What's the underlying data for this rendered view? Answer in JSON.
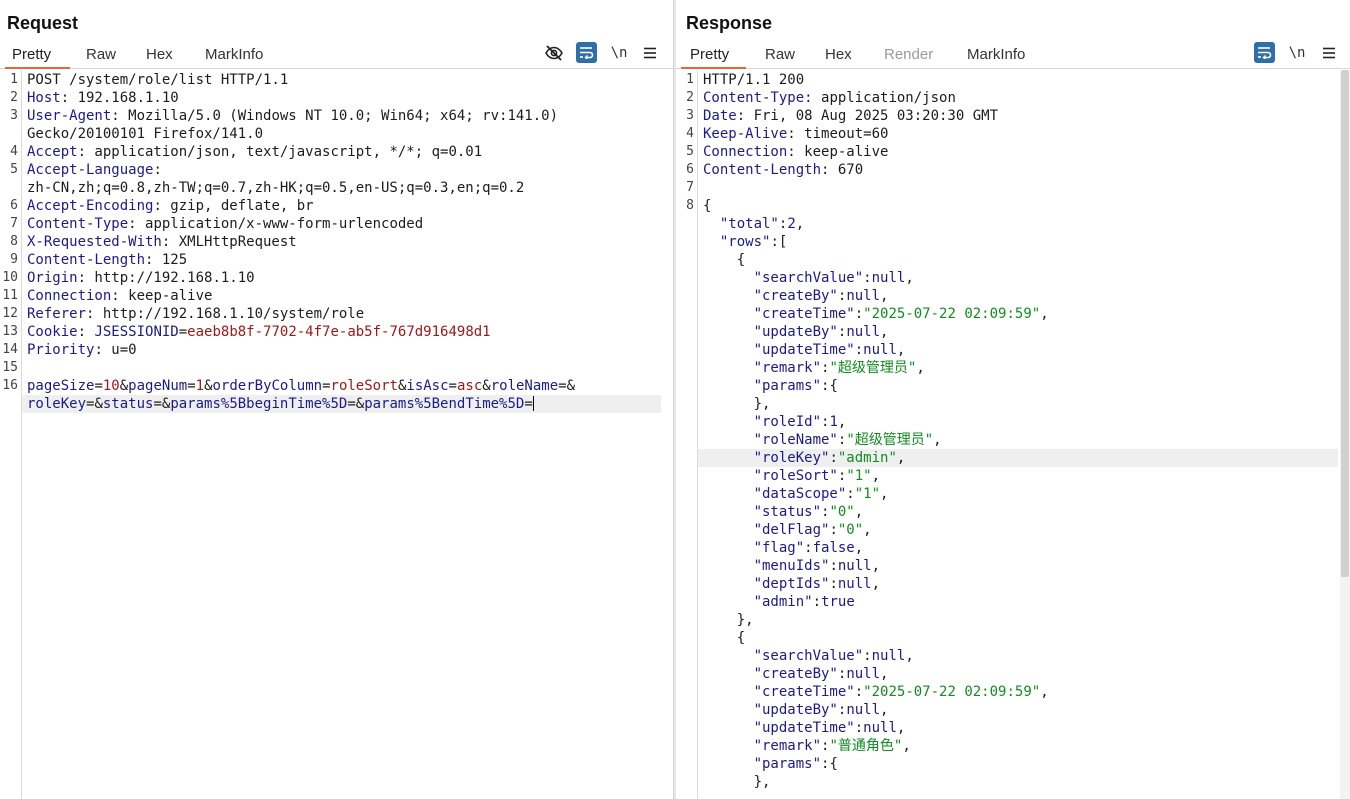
{
  "request": {
    "title": "Request",
    "tabs": [
      {
        "label": "Pretty",
        "active": true
      },
      {
        "label": "Raw"
      },
      {
        "label": "Hex"
      },
      {
        "label": "MarkInfo"
      }
    ],
    "tools": {
      "newline": "\\n"
    },
    "lines": [
      {
        "n": "1",
        "parts": [
          [
            "POST /system/role/list HTTP/1.1",
            ""
          ]
        ]
      },
      {
        "n": "2",
        "parts": [
          [
            "Host",
            "k"
          ],
          [
            ": 192.168.1.10",
            ""
          ]
        ]
      },
      {
        "n": "3",
        "parts": [
          [
            "User-Agent",
            "k"
          ],
          [
            ": Mozilla/5.0 (Windows NT 10.0; Win64; x64; rv:141.0)",
            ""
          ]
        ]
      },
      {
        "n": "",
        "parts": [
          [
            "Gecko/20100101 Firefox/141.0",
            ""
          ]
        ]
      },
      {
        "n": "4",
        "parts": [
          [
            "Accept",
            "k"
          ],
          [
            ": application/json, text/javascript, */*; q=0.01",
            ""
          ]
        ]
      },
      {
        "n": "5",
        "parts": [
          [
            "Accept-Language",
            "k"
          ],
          [
            ":",
            ""
          ]
        ]
      },
      {
        "n": "",
        "parts": [
          [
            "zh-CN,zh;q=0.8,zh-TW;q=0.7,zh-HK;q=0.5,en-US;q=0.3,en;q=0.2",
            ""
          ]
        ]
      },
      {
        "n": "6",
        "parts": [
          [
            "Accept-Encoding",
            "k"
          ],
          [
            ": gzip, deflate, br",
            ""
          ]
        ]
      },
      {
        "n": "7",
        "parts": [
          [
            "Content-Type",
            "k"
          ],
          [
            ": application/x-www-form-urlencoded",
            ""
          ]
        ]
      },
      {
        "n": "8",
        "parts": [
          [
            "X-Requested-With",
            "k"
          ],
          [
            ": XMLHttpRequest",
            ""
          ]
        ]
      },
      {
        "n": "9",
        "parts": [
          [
            "Content-Length",
            "k"
          ],
          [
            ": 125",
            ""
          ]
        ]
      },
      {
        "n": "10",
        "parts": [
          [
            "Origin",
            "k"
          ],
          [
            ": http://192.168.1.10",
            ""
          ]
        ]
      },
      {
        "n": "11",
        "parts": [
          [
            "Connection",
            "k"
          ],
          [
            ": keep-alive",
            ""
          ]
        ]
      },
      {
        "n": "12",
        "parts": [
          [
            "Referer",
            "k"
          ],
          [
            ": http://192.168.1.10/system/role",
            ""
          ]
        ]
      },
      {
        "n": "13",
        "parts": [
          [
            "Cookie",
            "k"
          ],
          [
            ": ",
            ""
          ],
          [
            "JSESSIONID",
            "k"
          ],
          [
            "=",
            ""
          ],
          [
            "eaeb8b8f-7702-4f7e-ab5f-767d916498d1",
            "v"
          ]
        ]
      },
      {
        "n": "14",
        "parts": [
          [
            "Priority",
            "k"
          ],
          [
            ": u=0",
            ""
          ]
        ]
      },
      {
        "n": "15",
        "parts": []
      },
      {
        "n": "16",
        "parts": [
          [
            "pageSize",
            "k"
          ],
          [
            "=",
            ""
          ],
          [
            "10",
            "v"
          ],
          [
            "&",
            ""
          ],
          [
            "pageNum",
            "k"
          ],
          [
            "=",
            ""
          ],
          [
            "1",
            "v"
          ],
          [
            "&",
            ""
          ],
          [
            "orderByColumn",
            "k"
          ],
          [
            "=",
            ""
          ],
          [
            "roleSort",
            "v"
          ],
          [
            "&",
            ""
          ],
          [
            "isAsc",
            "k"
          ],
          [
            "=",
            ""
          ],
          [
            "asc",
            "v"
          ],
          [
            "&",
            ""
          ],
          [
            "roleName",
            "k"
          ],
          [
            "=&",
            ""
          ]
        ]
      },
      {
        "n": "",
        "hl": true,
        "caret": true,
        "parts": [
          [
            "roleKey",
            "k"
          ],
          [
            "=&",
            ""
          ],
          [
            "status",
            "k"
          ],
          [
            "=&",
            ""
          ],
          [
            "params%5BbeginTime%5D",
            "k"
          ],
          [
            "=&",
            ""
          ],
          [
            "params%5BendTime%5D",
            "k"
          ],
          [
            "=",
            ""
          ]
        ]
      }
    ]
  },
  "response": {
    "title": "Response",
    "tabs": [
      {
        "label": "Pretty",
        "active": true
      },
      {
        "label": "Raw"
      },
      {
        "label": "Hex"
      },
      {
        "label": "Render",
        "disabled": true
      },
      {
        "label": "MarkInfo"
      }
    ],
    "tools": {
      "newline": "\\n"
    },
    "lines": [
      {
        "n": "1",
        "parts": [
          [
            "HTTP/1.1 200",
            ""
          ]
        ]
      },
      {
        "n": "2",
        "parts": [
          [
            "Content-Type",
            "k"
          ],
          [
            ": application/json",
            ""
          ]
        ]
      },
      {
        "n": "3",
        "parts": [
          [
            "Date",
            "k"
          ],
          [
            ": Fri, 08 Aug 2025 03:20:30 GMT",
            ""
          ]
        ]
      },
      {
        "n": "4",
        "parts": [
          [
            "Keep-Alive",
            "k"
          ],
          [
            ": timeout=60",
            ""
          ]
        ]
      },
      {
        "n": "5",
        "parts": [
          [
            "Connection",
            "k"
          ],
          [
            ": keep-alive",
            ""
          ]
        ]
      },
      {
        "n": "6",
        "parts": [
          [
            "Content-Length",
            "k"
          ],
          [
            ": 670",
            ""
          ]
        ]
      },
      {
        "n": "7",
        "parts": []
      },
      {
        "n": "8",
        "parts": [
          [
            "{",
            ""
          ]
        ]
      },
      {
        "n": "",
        "parts": [
          [
            "  ",
            ""
          ],
          [
            "\"total\"",
            "k"
          ],
          [
            ":",
            ""
          ],
          [
            "2",
            "k"
          ],
          [
            ",",
            ""
          ]
        ]
      },
      {
        "n": "",
        "parts": [
          [
            "  ",
            ""
          ],
          [
            "\"rows\"",
            "k"
          ],
          [
            ":[",
            ""
          ]
        ]
      },
      {
        "n": "",
        "parts": [
          [
            "    {",
            ""
          ]
        ]
      },
      {
        "n": "",
        "parts": [
          [
            "      ",
            ""
          ],
          [
            "\"searchValue\"",
            "k"
          ],
          [
            ":",
            ""
          ],
          [
            "null",
            "k"
          ],
          [
            ",",
            ""
          ]
        ]
      },
      {
        "n": "",
        "parts": [
          [
            "      ",
            ""
          ],
          [
            "\"createBy\"",
            "k"
          ],
          [
            ":",
            ""
          ],
          [
            "null",
            "k"
          ],
          [
            ",",
            ""
          ]
        ]
      },
      {
        "n": "",
        "parts": [
          [
            "      ",
            ""
          ],
          [
            "\"createTime\"",
            "k"
          ],
          [
            ":",
            ""
          ],
          [
            "\"2025-07-22 02:09:59\"",
            "s"
          ],
          [
            ",",
            ""
          ]
        ]
      },
      {
        "n": "",
        "parts": [
          [
            "      ",
            ""
          ],
          [
            "\"updateBy\"",
            "k"
          ],
          [
            ":",
            ""
          ],
          [
            "null",
            "k"
          ],
          [
            ",",
            ""
          ]
        ]
      },
      {
        "n": "",
        "parts": [
          [
            "      ",
            ""
          ],
          [
            "\"updateTime\"",
            "k"
          ],
          [
            ":",
            ""
          ],
          [
            "null",
            "k"
          ],
          [
            ",",
            ""
          ]
        ]
      },
      {
        "n": "",
        "parts": [
          [
            "      ",
            ""
          ],
          [
            "\"remark\"",
            "k"
          ],
          [
            ":",
            ""
          ],
          [
            "\"超级管理员\"",
            "s"
          ],
          [
            ",",
            ""
          ]
        ]
      },
      {
        "n": "",
        "parts": [
          [
            "      ",
            ""
          ],
          [
            "\"params\"",
            "k"
          ],
          [
            ":{",
            ""
          ]
        ]
      },
      {
        "n": "",
        "parts": [
          [
            "      },",
            ""
          ]
        ]
      },
      {
        "n": "",
        "parts": [
          [
            "      ",
            ""
          ],
          [
            "\"roleId\"",
            "k"
          ],
          [
            ":",
            ""
          ],
          [
            "1",
            "k"
          ],
          [
            ",",
            ""
          ]
        ]
      },
      {
        "n": "",
        "parts": [
          [
            "      ",
            ""
          ],
          [
            "\"roleName\"",
            "k"
          ],
          [
            ":",
            ""
          ],
          [
            "\"超级管理员\"",
            "s"
          ],
          [
            ",",
            ""
          ]
        ]
      },
      {
        "n": "",
        "hl": true,
        "parts": [
          [
            "      ",
            ""
          ],
          [
            "\"roleKey\"",
            "k"
          ],
          [
            ":",
            ""
          ],
          [
            "\"admin\"",
            "s"
          ],
          [
            ",",
            ""
          ]
        ]
      },
      {
        "n": "",
        "parts": [
          [
            "      ",
            ""
          ],
          [
            "\"roleSort\"",
            "k"
          ],
          [
            ":",
            ""
          ],
          [
            "\"1\"",
            "s"
          ],
          [
            ",",
            ""
          ]
        ]
      },
      {
        "n": "",
        "parts": [
          [
            "      ",
            ""
          ],
          [
            "\"dataScope\"",
            "k"
          ],
          [
            ":",
            ""
          ],
          [
            "\"1\"",
            "s"
          ],
          [
            ",",
            ""
          ]
        ]
      },
      {
        "n": "",
        "parts": [
          [
            "      ",
            ""
          ],
          [
            "\"status\"",
            "k"
          ],
          [
            ":",
            ""
          ],
          [
            "\"0\"",
            "s"
          ],
          [
            ",",
            ""
          ]
        ]
      },
      {
        "n": "",
        "parts": [
          [
            "      ",
            ""
          ],
          [
            "\"delFlag\"",
            "k"
          ],
          [
            ":",
            ""
          ],
          [
            "\"0\"",
            "s"
          ],
          [
            ",",
            ""
          ]
        ]
      },
      {
        "n": "",
        "parts": [
          [
            "      ",
            ""
          ],
          [
            "\"flag\"",
            "k"
          ],
          [
            ":",
            ""
          ],
          [
            "false",
            "k"
          ],
          [
            ",",
            ""
          ]
        ]
      },
      {
        "n": "",
        "parts": [
          [
            "      ",
            ""
          ],
          [
            "\"menuIds\"",
            "k"
          ],
          [
            ":",
            ""
          ],
          [
            "null",
            "k"
          ],
          [
            ",",
            ""
          ]
        ]
      },
      {
        "n": "",
        "parts": [
          [
            "      ",
            ""
          ],
          [
            "\"deptIds\"",
            "k"
          ],
          [
            ":",
            ""
          ],
          [
            "null",
            "k"
          ],
          [
            ",",
            ""
          ]
        ]
      },
      {
        "n": "",
        "parts": [
          [
            "      ",
            ""
          ],
          [
            "\"admin\"",
            "k"
          ],
          [
            ":",
            ""
          ],
          [
            "true",
            "k"
          ]
        ]
      },
      {
        "n": "",
        "parts": [
          [
            "    },",
            ""
          ]
        ]
      },
      {
        "n": "",
        "parts": [
          [
            "    {",
            ""
          ]
        ]
      },
      {
        "n": "",
        "parts": [
          [
            "      ",
            ""
          ],
          [
            "\"searchValue\"",
            "k"
          ],
          [
            ":",
            ""
          ],
          [
            "null",
            "k"
          ],
          [
            ",",
            ""
          ]
        ]
      },
      {
        "n": "",
        "parts": [
          [
            "      ",
            ""
          ],
          [
            "\"createBy\"",
            "k"
          ],
          [
            ":",
            ""
          ],
          [
            "null",
            "k"
          ],
          [
            ",",
            ""
          ]
        ]
      },
      {
        "n": "",
        "parts": [
          [
            "      ",
            ""
          ],
          [
            "\"createTime\"",
            "k"
          ],
          [
            ":",
            ""
          ],
          [
            "\"2025-07-22 02:09:59\"",
            "s"
          ],
          [
            ",",
            ""
          ]
        ]
      },
      {
        "n": "",
        "parts": [
          [
            "      ",
            ""
          ],
          [
            "\"updateBy\"",
            "k"
          ],
          [
            ":",
            ""
          ],
          [
            "null",
            "k"
          ],
          [
            ",",
            ""
          ]
        ]
      },
      {
        "n": "",
        "parts": [
          [
            "      ",
            ""
          ],
          [
            "\"updateTime\"",
            "k"
          ],
          [
            ":",
            ""
          ],
          [
            "null",
            "k"
          ],
          [
            ",",
            ""
          ]
        ]
      },
      {
        "n": "",
        "parts": [
          [
            "      ",
            ""
          ],
          [
            "\"remark\"",
            "k"
          ],
          [
            ":",
            ""
          ],
          [
            "\"普通角色\"",
            "s"
          ],
          [
            ",",
            ""
          ]
        ]
      },
      {
        "n": "",
        "parts": [
          [
            "      ",
            ""
          ],
          [
            "\"params\"",
            "k"
          ],
          [
            ":{",
            ""
          ]
        ]
      },
      {
        "n": "",
        "parts": [
          [
            "      },",
            ""
          ]
        ]
      }
    ]
  },
  "colors": {
    "accent": "#e8663a",
    "button": "#2f6fa8",
    "key": "#1c1a8c",
    "string": "#118d20",
    "value": "#a01818"
  },
  "icons": {
    "hide": "eye-off-icon",
    "wrap": "wrap-lines-icon",
    "menu": "hamburger-menu-icon"
  }
}
